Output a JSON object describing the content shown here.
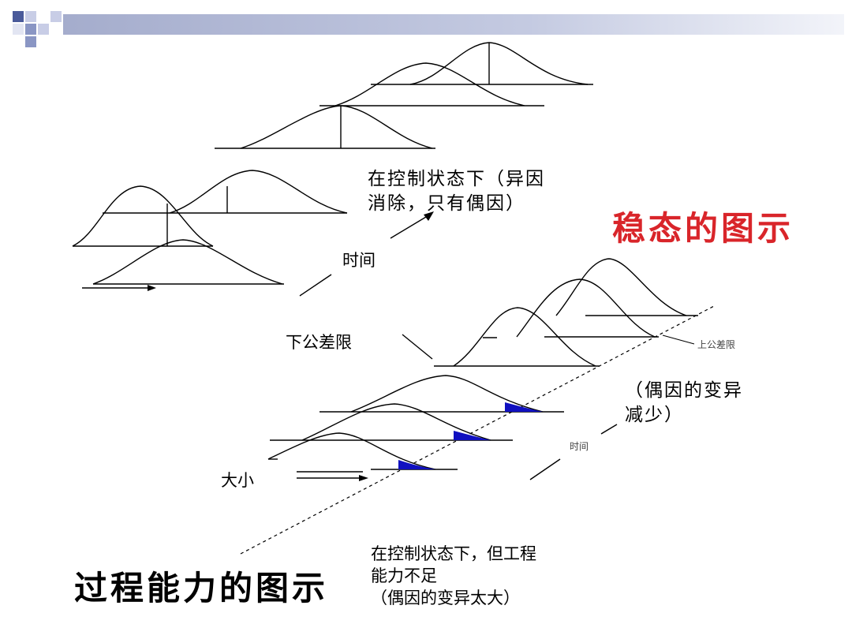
{
  "stable_state": {
    "note": "在控制状态下（异因\n消除，只有偶因）",
    "time_label": "时间",
    "title": "稳态的图示"
  },
  "capability": {
    "lower_limit": "下公差限",
    "upper_limit": "上公差限",
    "variation_note": "（偶因的变异\n减少）",
    "time_label": "时间",
    "size_label": "大小",
    "bottom_note": "在控制状态下，但工程\n能力不足\n（偶因的变异太大）",
    "title": "过程能力的图示"
  },
  "colors": {
    "header_bar": "#4a5a9a",
    "tail_fill": "#1010c0",
    "title_red": "#d9252a",
    "line": "#000000"
  }
}
